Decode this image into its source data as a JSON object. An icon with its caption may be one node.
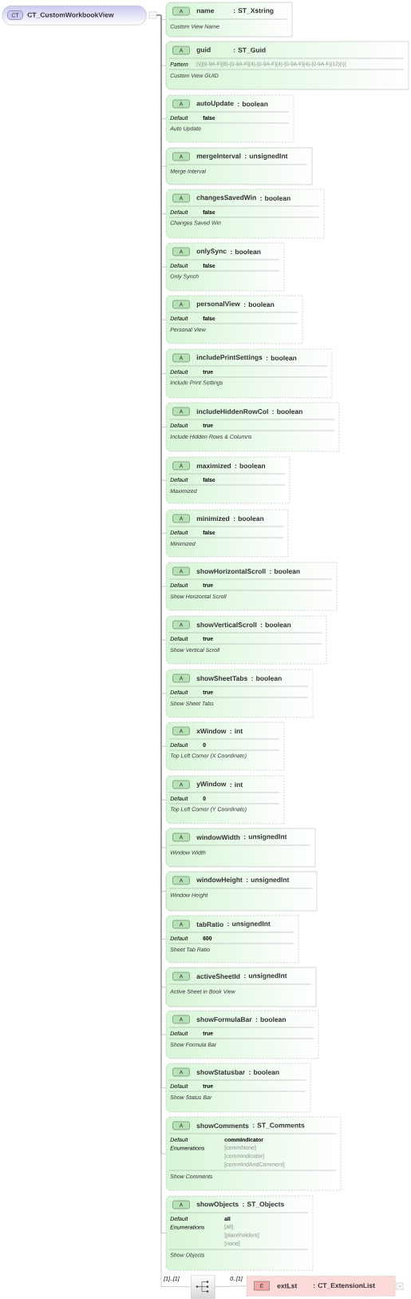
{
  "diagram": {
    "nodes": [
      {
        "text": [
          "CT",
          "CT_CustomWorkbookView"
        ]
      },
      {
        "text": [
          "A",
          "name",
          ": ST_Xstring",
          "Custom View Name"
        ]
      },
      {
        "text": [
          "A",
          "guid",
          ": ST_Guid",
          "Pattern",
          "[\\{][0-9A-F]{8}-[0-9A-F]{4}-[0-9A-F]{4}-[0-9A-F]{4}-[0-9A-F]{12}[\\}]",
          "Custom View GUID"
        ]
      },
      {
        "text": [
          "A",
          "autoUpdate",
          ": boolean",
          "Default",
          "false",
          "Auto Update"
        ]
      },
      {
        "text": [
          "A",
          "mergeInterval",
          ": unsignedInt",
          "Merge Interval"
        ]
      },
      {
        "text": [
          "A",
          "changesSavedWin",
          ": boolean",
          "Default",
          "false",
          "Changes Saved Win"
        ]
      },
      {
        "text": [
          "A",
          "onlySync",
          ": boolean",
          "Default",
          "false",
          "Only Synch"
        ]
      },
      {
        "text": [
          "A",
          "personalView",
          ": boolean",
          "Default",
          "false",
          "Personal View"
        ]
      },
      {
        "text": [
          "A",
          "includePrintSettings",
          ": boolean",
          "Default",
          "true",
          "Include Print Settings"
        ]
      },
      {
        "text": [
          "A",
          "includeHiddenRowCol",
          ": boolean",
          "Default",
          "true",
          "Include Hidden Rows & Columns"
        ]
      },
      {
        "text": [
          "A",
          "maximized",
          ": boolean",
          "Default",
          "false",
          "Maximized"
        ]
      },
      {
        "text": [
          "A",
          "minimized",
          ": boolean",
          "Default",
          "false",
          "Minimized"
        ]
      },
      {
        "text": [
          "A",
          "showHorizontalScroll",
          ": boolean",
          "Default",
          "true",
          "Show Horizontal Scroll"
        ]
      },
      {
        "text": [
          "A",
          "showVerticalScroll",
          ": boolean",
          "Default",
          "true",
          "Show Vertical Scroll"
        ]
      },
      {
        "text": [
          "A",
          "showSheetTabs",
          ": boolean",
          "Default",
          "true",
          "Show Sheet Tabs"
        ]
      },
      {
        "text": [
          "A",
          "xWindow",
          ": int",
          "Default",
          "0",
          "Top Left Corner (X Coordinate)"
        ]
      },
      {
        "text": [
          "A",
          "yWindow",
          ": int",
          "Default",
          "0",
          "Top Left Corner (Y Coordinate)"
        ]
      },
      {
        "text": [
          "A",
          "windowWidth",
          ": unsignedInt",
          "Window Width"
        ]
      },
      {
        "text": [
          "A",
          "windowHeight",
          ": unsignedInt",
          "Window Height"
        ]
      },
      {
        "text": [
          "A",
          "tabRatio",
          ": unsignedInt",
          "Default",
          "600",
          "Sheet Tab Ratio"
        ]
      },
      {
        "text": [
          "A",
          "activeSheetId",
          ": unsignedInt",
          "Active Sheet in Book View"
        ]
      },
      {
        "text": [
          "A",
          "showFormulaBar",
          ": boolean",
          "Default",
          "true",
          "Show Formula Bar"
        ]
      },
      {
        "text": [
          "A",
          "showStatusbar",
          ": boolean",
          "Default",
          "true",
          "Show Status Bar"
        ]
      },
      {
        "text": [
          "A",
          "showComments",
          ": ST_Comments",
          "Default",
          "commIndicator",
          "Enumerations",
          "[commNone]",
          "[commIndicator]",
          "[commIndAndComment]",
          "Show Comments"
        ]
      },
      {
        "text": [
          "A",
          "showObjects",
          ": ST_Objects",
          "Default",
          "all",
          "Enumerations",
          "[all]",
          "[placeholders]",
          "[none]",
          "Show Objects"
        ]
      },
      {
        "text": [],
        "shape": "box"
      },
      {
        "text": [
          "E",
          "extLst",
          ": CT_ExtensionList"
        ],
        "beside": [
          "0..[1]"
        ]
      }
    ],
    "edges": [
      {
        "from": 0,
        "to": 1,
        "arrow": "none"
      },
      {
        "from": 0,
        "to": 2,
        "arrow": "none"
      },
      {
        "from": 0,
        "to": 3,
        "arrow": "none"
      },
      {
        "from": 0,
        "to": 4,
        "arrow": "none"
      },
      {
        "from": 0,
        "to": 5,
        "arrow": "none"
      },
      {
        "from": 0,
        "to": 6,
        "arrow": "none"
      },
      {
        "from": 0,
        "to": 7,
        "arrow": "none"
      },
      {
        "from": 0,
        "to": 8,
        "arrow": "none"
      },
      {
        "from": 0,
        "to": 9,
        "arrow": "none"
      },
      {
        "from": 0,
        "to": 10,
        "arrow": "none"
      },
      {
        "from": 0,
        "to": 11,
        "arrow": "none"
      },
      {
        "from": 0,
        "to": 12,
        "arrow": "none"
      },
      {
        "from": 0,
        "to": 13,
        "arrow": "none"
      },
      {
        "from": 0,
        "to": 14,
        "arrow": "none"
      },
      {
        "from": 0,
        "to": 15,
        "arrow": "none"
      },
      {
        "from": 0,
        "to": 16,
        "arrow": "none"
      },
      {
        "from": 0,
        "to": 17,
        "arrow": "none"
      },
      {
        "from": 0,
        "to": 18,
        "arrow": "none"
      },
      {
        "from": 0,
        "to": 19,
        "arrow": "none"
      },
      {
        "from": 0,
        "to": 20,
        "arrow": "none"
      },
      {
        "from": 0,
        "to": 21,
        "arrow": "none"
      },
      {
        "from": 0,
        "to": 22,
        "arrow": "none"
      },
      {
        "from": 0,
        "to": 23,
        "arrow": "none"
      },
      {
        "from": 0,
        "to": 24,
        "arrow": "none"
      },
      {
        "from": 0,
        "to": 25,
        "arrow": "none"
      },
      {
        "from": 25,
        "to": 26,
        "arrow": "none"
      }
    ],
    "labels": [
      "[1]..[1]"
    ]
  }
}
